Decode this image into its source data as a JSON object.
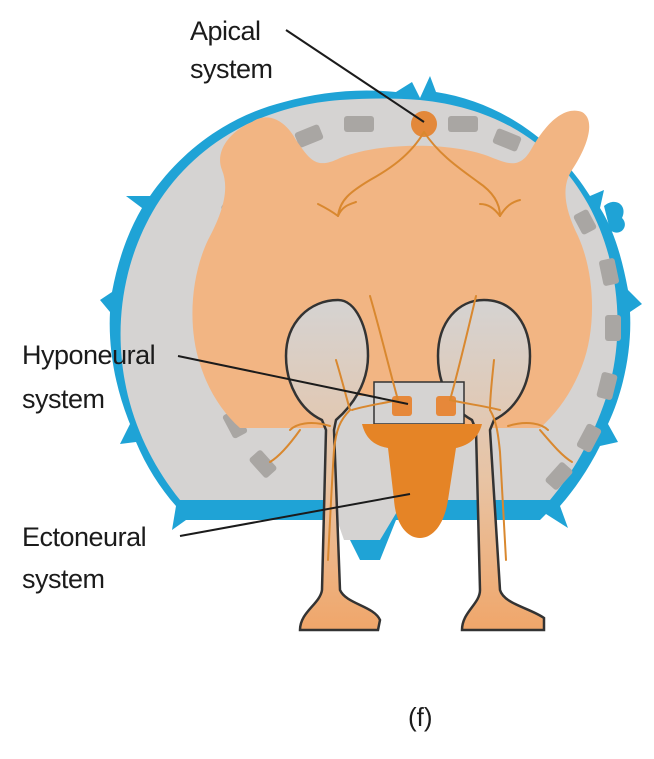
{
  "labels": {
    "apical_line1": "Apical",
    "apical_line2": "system",
    "hyponeural_line1": "Hyponeural",
    "hyponeural_line2": "system",
    "ectoneural_line1": "Ectoneural",
    "ectoneural_line2": "system",
    "panel": "(f)"
  },
  "colors": {
    "outer_membrane": "#1fa3d6",
    "gray_body": "#d5d3d2",
    "orange_body": "#f2b583",
    "orange_dark": "#e07f26",
    "nerve": "#d9882f",
    "text": "#1b1b1b"
  }
}
